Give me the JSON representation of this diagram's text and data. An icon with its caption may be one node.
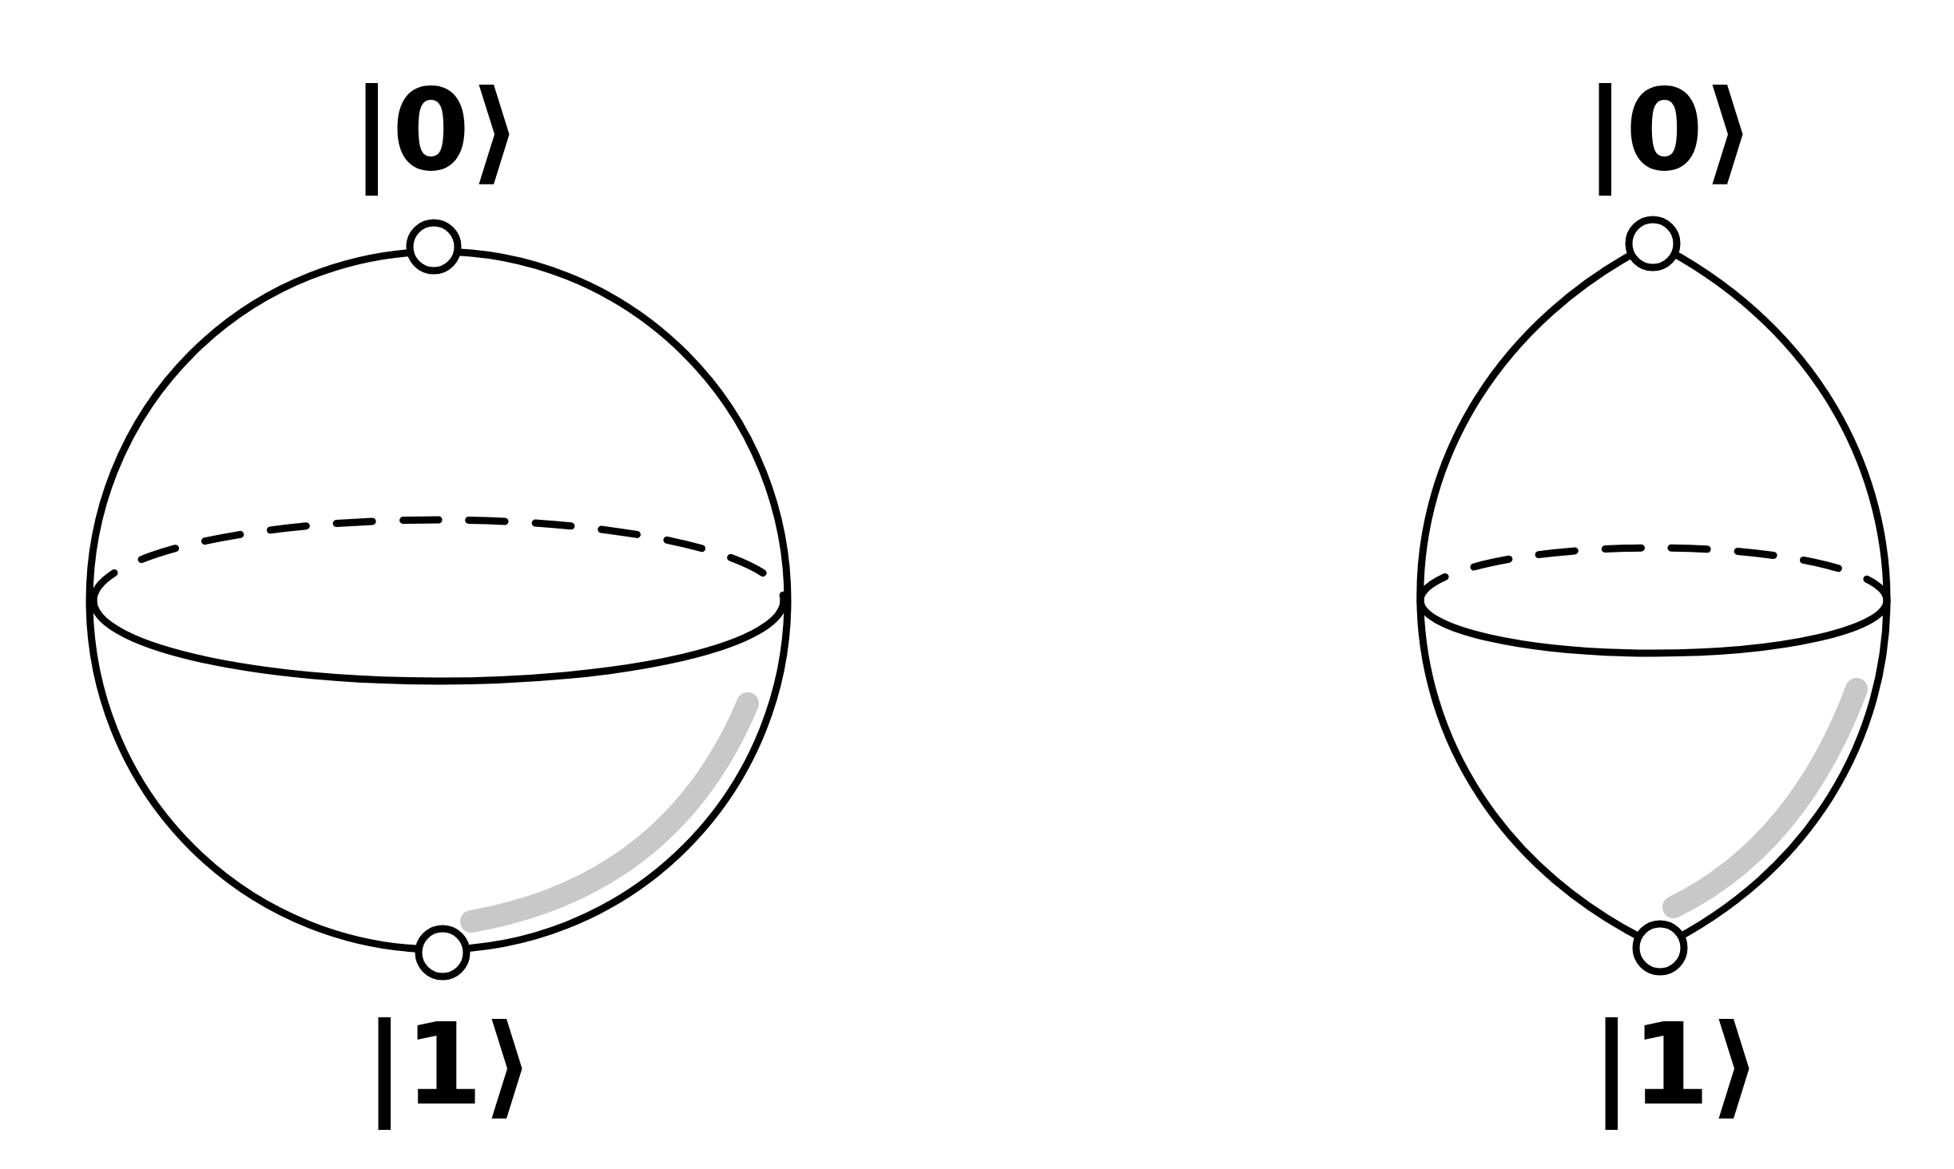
{
  "diagram": {
    "labels": [
      "|0⟩",
      "|0⟩",
      "|1⟩",
      "|1⟩"
    ]
  }
}
